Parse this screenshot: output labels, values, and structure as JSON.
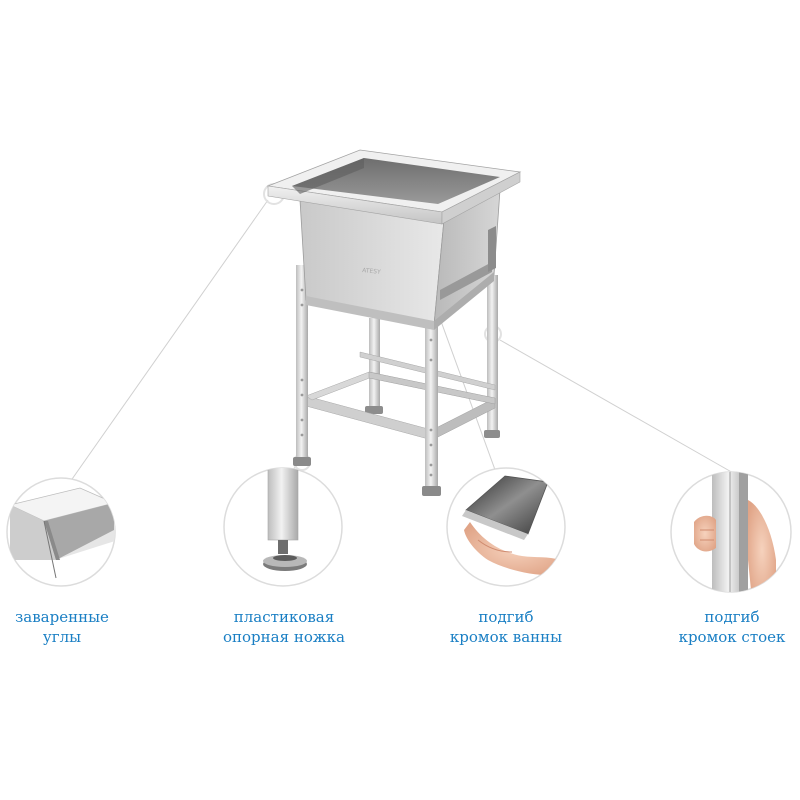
{
  "product": {
    "brand_mark": "ATESY"
  },
  "features": [
    {
      "line1": "заваренные",
      "line2": "углы",
      "icon": "welded-corner-icon"
    },
    {
      "line1": "пластиковая",
      "line2": "опорная ножка",
      "icon": "plastic-foot-icon"
    },
    {
      "line1": "подгиб",
      "line2": "кромок ванны",
      "icon": "bent-edge-icon"
    },
    {
      "line1": "подгиб",
      "line2": "кромок стоек",
      "icon": "bent-post-edge-icon"
    }
  ],
  "colors": {
    "label": "#1a7fc4",
    "steel_light": "#d9d9d9",
    "steel_dark": "#8a8a8a",
    "circle_border": "#dcdcdc"
  }
}
